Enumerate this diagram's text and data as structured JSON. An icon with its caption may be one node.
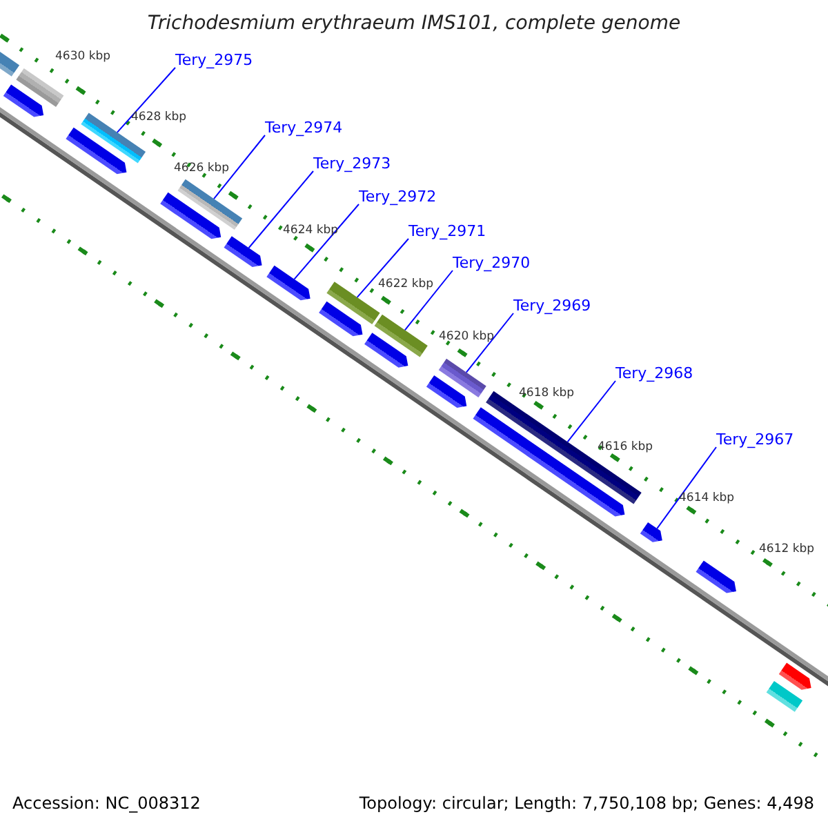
{
  "diagram": {
    "title": "Trichodesmium erythraeum IMS101, complete genome",
    "nodes": [
      {
        "text": [
          "Tery_2975"
        ]
      },
      {
        "text": [
          "Tery_2974"
        ]
      },
      {
        "text": [
          "Tery_2973"
        ]
      },
      {
        "text": [
          "Tery_2972"
        ]
      },
      {
        "text": [
          "Tery_2971"
        ]
      },
      {
        "text": [
          "Tery_2970"
        ]
      },
      {
        "text": [
          "Tery_2969"
        ]
      },
      {
        "text": [
          "Tery_2968"
        ]
      },
      {
        "text": [
          "Tery_2967"
        ]
      },
      {
        "text": [],
        "shape": "bar"
      },
      {
        "text": [],
        "shape": "bar"
      },
      {
        "text": [],
        "shape": "pentagon"
      },
      {
        "text": [],
        "shape": "bar"
      },
      {
        "text": [],
        "shape": "pentagon"
      },
      {
        "text": [],
        "shape": "bar"
      },
      {
        "text": [],
        "shape": "pentagon"
      },
      {
        "text": [],
        "shape": "pentagon"
      },
      {
        "text": [],
        "shape": "pentagon"
      },
      {
        "text": [],
        "shape": "bar"
      },
      {
        "text": [],
        "shape": "pentagon"
      },
      {
        "text": [],
        "shape": "bar"
      },
      {
        "text": [],
        "shape": "pentagon"
      },
      {
        "text": [],
        "shape": "bar"
      },
      {
        "text": [],
        "shape": "pentagon"
      },
      {
        "text": [],
        "shape": "bar"
      },
      {
        "text": [],
        "shape": "pentagon"
      },
      {
        "text": [],
        "shape": "pentagon"
      },
      {
        "text": [],
        "shape": "pentagon"
      },
      {
        "text": [],
        "shape": "pentagon"
      },
      {
        "text": [],
        "shape": "bar"
      }
    ],
    "edges": [
      {
        "from": 0,
        "to": 12,
        "arrow": "none"
      },
      {
        "from": 1,
        "to": 14,
        "arrow": "none"
      },
      {
        "from": 2,
        "to": 16,
        "arrow": "none"
      },
      {
        "from": 3,
        "to": 17,
        "arrow": "none"
      },
      {
        "from": 4,
        "to": 18,
        "arrow": "none"
      },
      {
        "from": 5,
        "to": 20,
        "arrow": "none"
      },
      {
        "from": 6,
        "to": 22,
        "arrow": "none"
      },
      {
        "from": 7,
        "to": 24,
        "arrow": "none"
      },
      {
        "from": 8,
        "to": 26,
        "arrow": "none"
      }
    ],
    "labels": [
      "4630 kbp",
      "4628 kbp",
      "4626 kbp",
      "4624 kbp",
      "4622 kbp",
      "4620 kbp",
      "4618 kbp",
      "4616 kbp",
      "4614 kbp",
      "4612 kbp",
      "Accession: NC_008312",
      "Topology: circular; Length: 7,750,108 bp; Genes: 4,498"
    ]
  }
}
